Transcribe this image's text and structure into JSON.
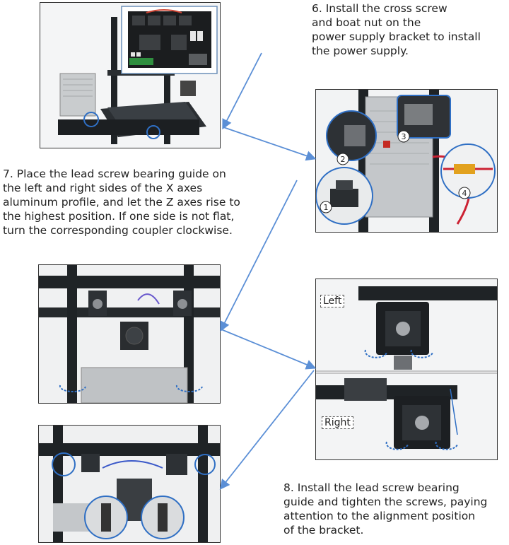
{
  "steps": {
    "step6": "6. Install the cross screw\nand boat nut on the\npower supply bracket to install\nthe power supply.",
    "step7": "7. Place the lead screw bearing guide on\nthe left and right sides of the X axes\naluminum profile, and let the Z axes rise to\nthe highest position. If one side is not flat,\nturn the corresponding coupler clockwise.",
    "step8": "8. Install the lead screw bearing\nguide and tighten the screws, paying\nattention to the alignment position\nof the bracket."
  },
  "labels": {
    "left": "Left",
    "right": "Right",
    "callouts": [
      "1",
      "2",
      "3",
      "4"
    ]
  },
  "colors": {
    "accent_arrow": "#5b8fd6",
    "frame_dark": "#1f2326",
    "highlight": "#2f6fc4"
  }
}
